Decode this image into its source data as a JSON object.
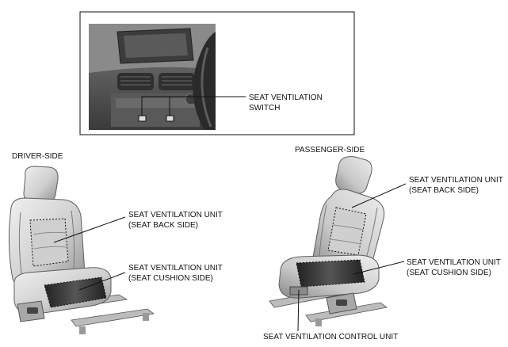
{
  "inset": {
    "switch_label_line1": "SEAT VENTILATION",
    "switch_label_line2": "SWITCH"
  },
  "driver": {
    "heading": "DRIVER-SIDE",
    "back_label_line1": "SEAT VENTILATION UNIT",
    "back_label_line2": "(SEAT BACK SIDE)",
    "cushion_label_line1": "SEAT VENTILATION UNIT",
    "cushion_label_line2": "(SEAT CUSHION SIDE)"
  },
  "passenger": {
    "heading": "PASSENGER-SIDE",
    "back_label_line1": "SEAT VENTILATION UNIT",
    "back_label_line2": "(SEAT BACK SIDE)",
    "cushion_label_line1": "SEAT VENTILATION UNIT",
    "cushion_label_line2": "(SEAT CUSHION SIDE)",
    "control_unit_label": "SEAT VENTILATION CONTROL UNIT"
  },
  "colors": {
    "leader": "#111111",
    "photo_dark": "#4a4a4a",
    "seat_fill": "#d8d8d8",
    "seat_edge": "#6a6a6a",
    "vent_pad": "#2e2e2e"
  }
}
